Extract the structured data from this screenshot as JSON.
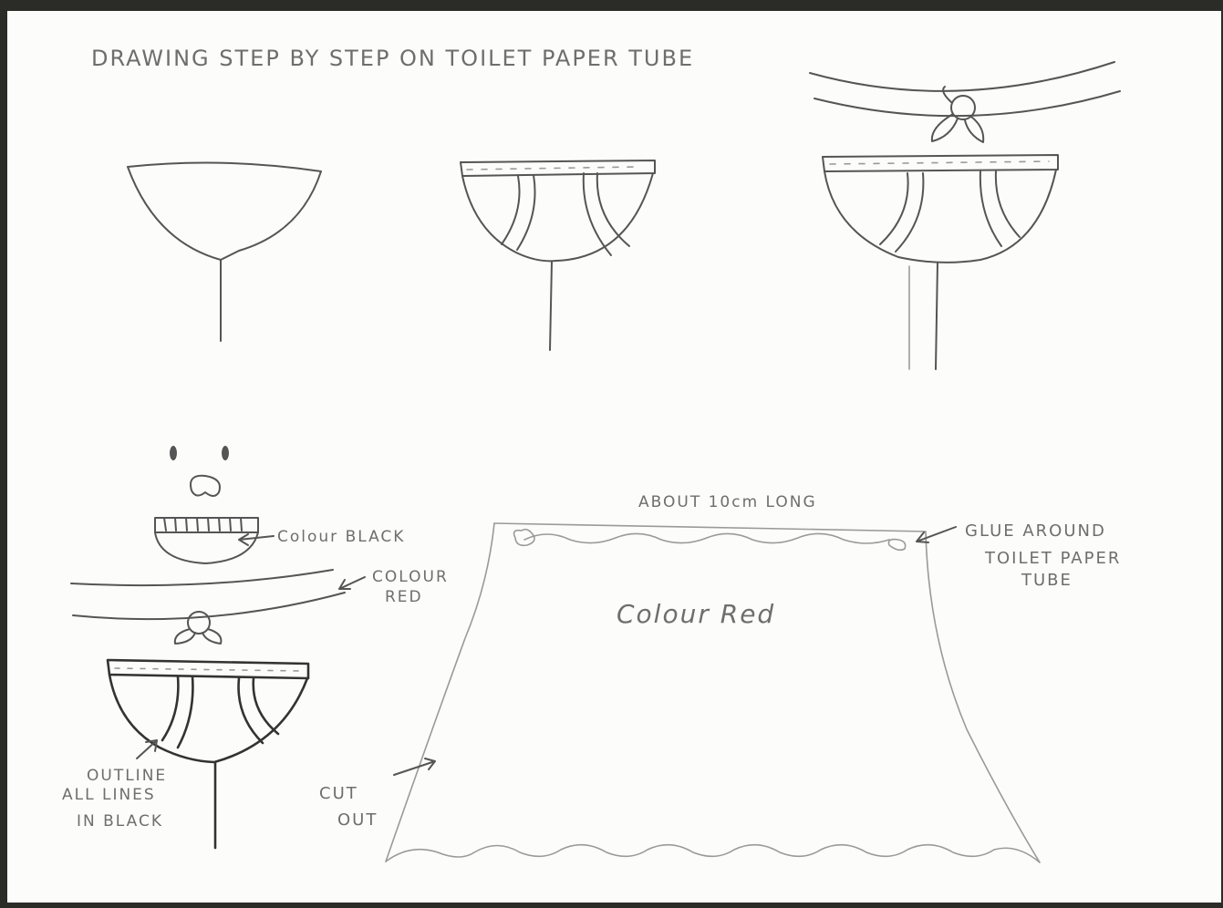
{
  "title": "DRAWING STEP BY STEP ON TOILET PAPER TUBE",
  "labels": {
    "colour_black": "Colour BLACK",
    "colour_red_1": "COLOUR",
    "colour_red_2": "RED",
    "outline_1": "OUTLINE",
    "outline_2": "ALL LINES",
    "outline_3": "IN BLACK",
    "about": "ABOUT 10cm LONG",
    "glue_1": "GLUE AROUND",
    "glue_2": "TOILET PAPER",
    "glue_3": "TUBE",
    "colour_red_body": "Colour Red",
    "cut_1": "CUT",
    "cut_2": "OUT"
  },
  "colors": {
    "paper": "#fcfcfa",
    "pencil": "#555555",
    "background": "#2b2b28"
  }
}
